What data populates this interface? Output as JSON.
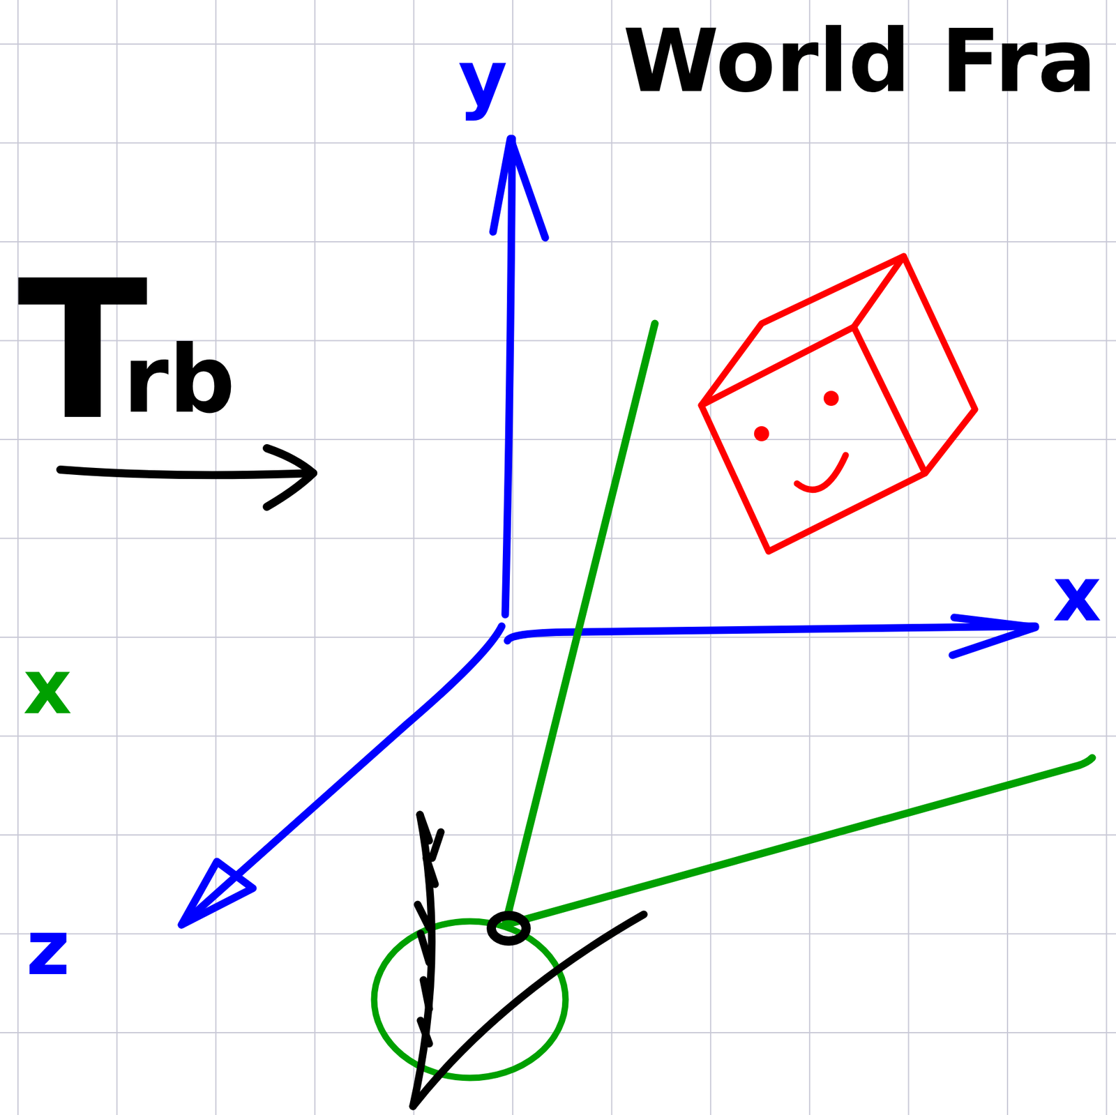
{
  "diagram": {
    "labels": [
      "World Fra",
      "T",
      "rb",
      "y",
      "x",
      "z",
      "x"
    ]
  }
}
